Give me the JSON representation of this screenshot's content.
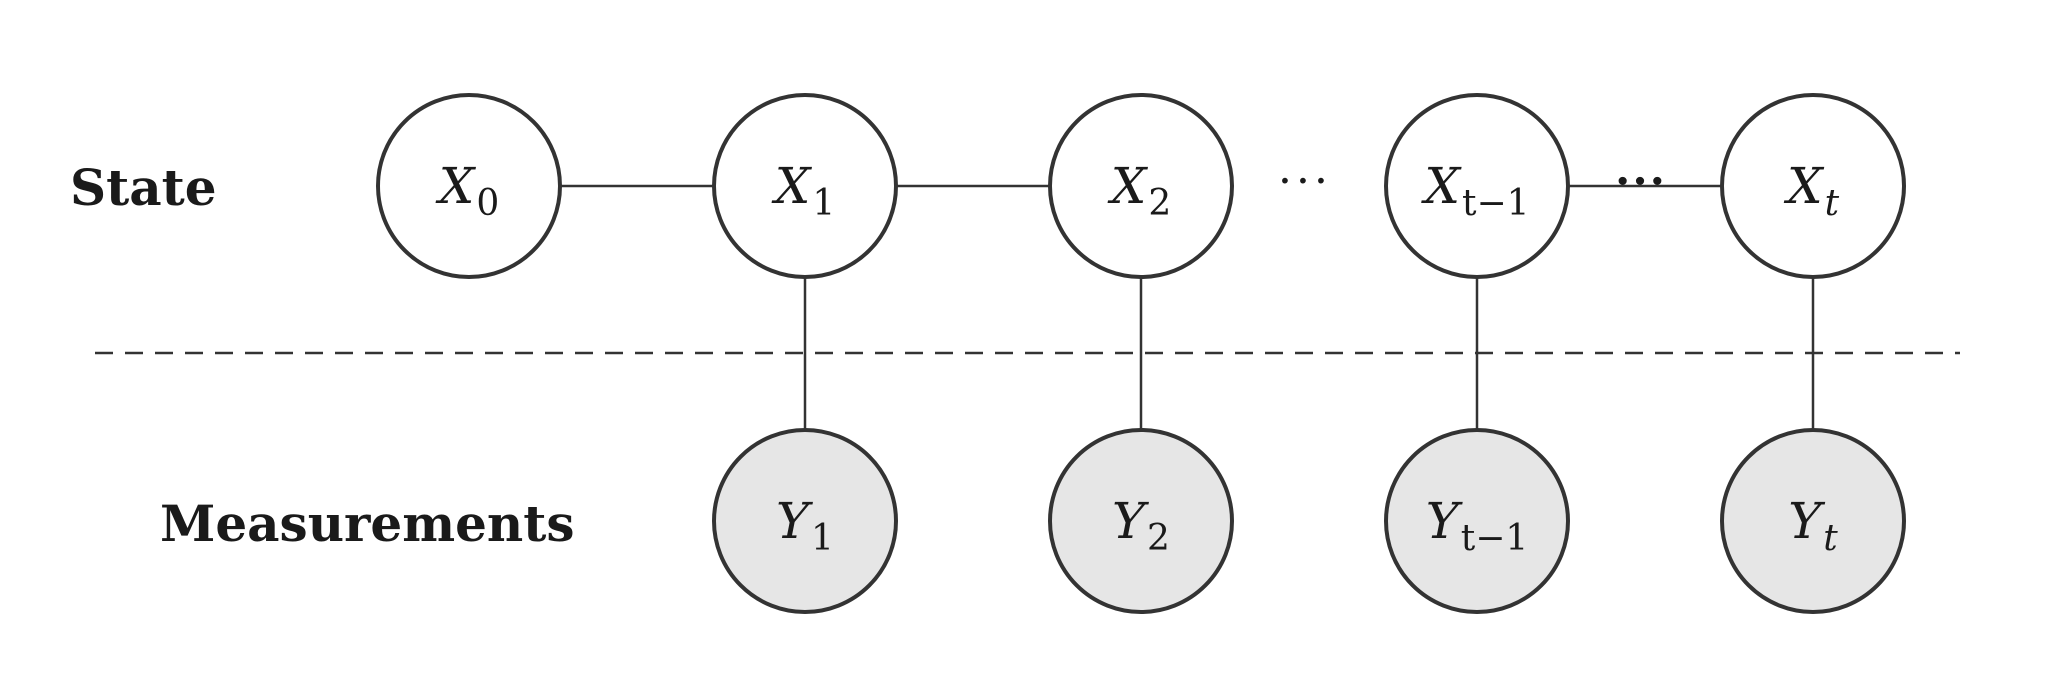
{
  "labels": {
    "state": "State",
    "measurements": "Measurements"
  },
  "dots": "···",
  "colors": {
    "state_fill": "#ffffff",
    "measurement_fill": "#e6e6e6",
    "stroke": "#333333"
  },
  "state_nodes": [
    {
      "id": "x0",
      "base": "X",
      "sub": "0"
    },
    {
      "id": "x1",
      "base": "X",
      "sub": "1"
    },
    {
      "id": "x2",
      "base": "X",
      "sub": "2"
    },
    {
      "id": "xtm1",
      "base": "X",
      "sub": "t−1"
    },
    {
      "id": "xt",
      "base": "X",
      "sub": "t"
    }
  ],
  "measurement_nodes": [
    {
      "id": "y1",
      "base": "Y",
      "sub": "1",
      "parent": "x1"
    },
    {
      "id": "y2",
      "base": "Y",
      "sub": "2",
      "parent": "x2"
    },
    {
      "id": "ytm1",
      "base": "Y",
      "sub": "t−1",
      "parent": "xtm1"
    },
    {
      "id": "yt",
      "base": "Y",
      "sub": "t",
      "parent": "xt"
    }
  ]
}
